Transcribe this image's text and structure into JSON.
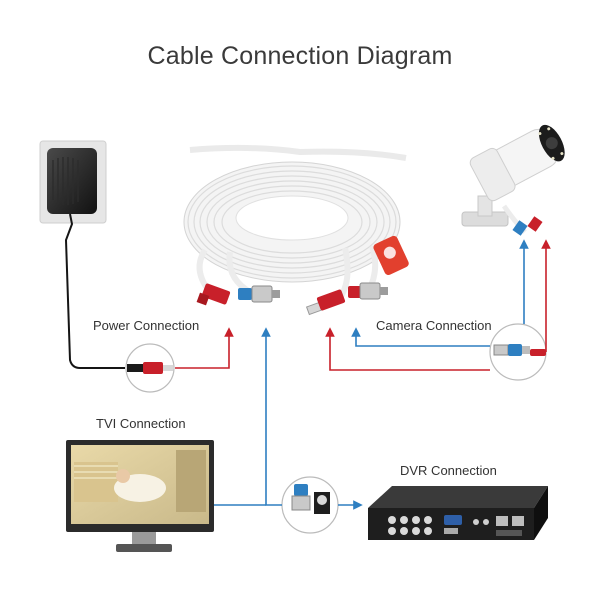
{
  "title": "Cable Connection Diagram",
  "labels": {
    "power": "Power Connection",
    "camera": "Camera Connection",
    "tvi": "TVI Connection",
    "dvr": "DVR Connection"
  },
  "colors": {
    "power_line": "#c8202a",
    "video_line": "#2e7fc1",
    "cable": "#f2f2f2"
  }
}
